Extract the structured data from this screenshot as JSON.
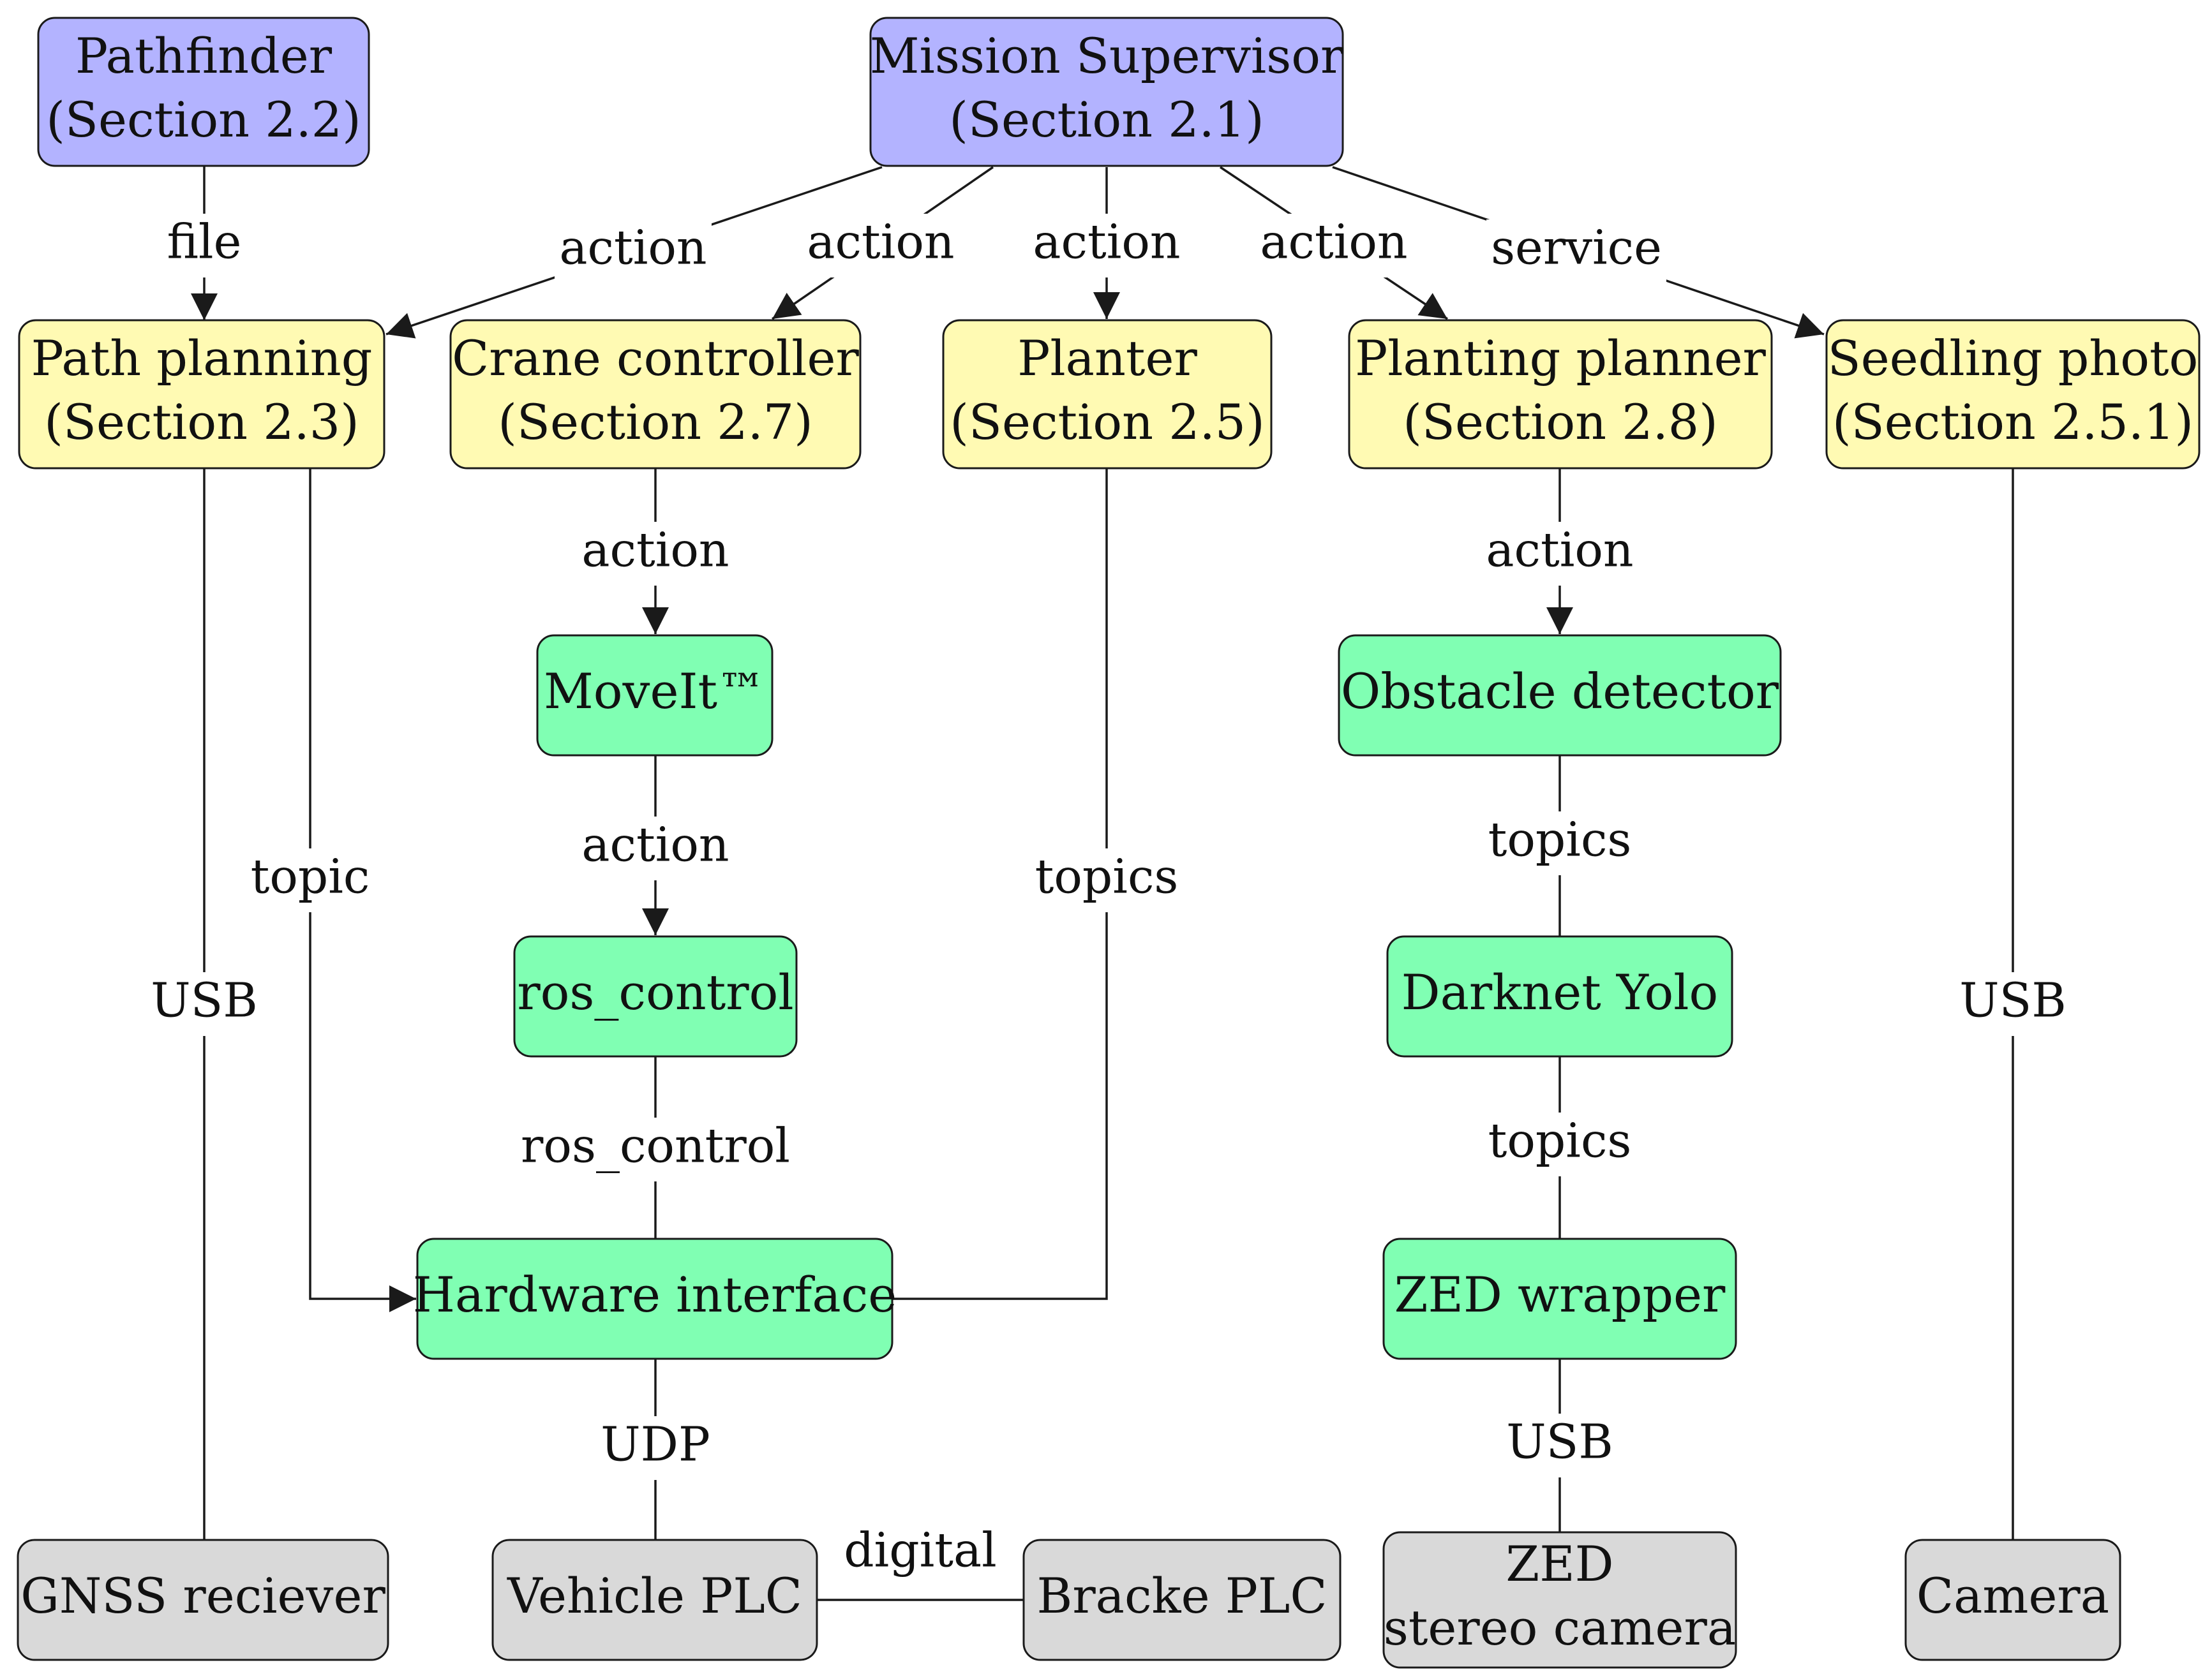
{
  "colors": {
    "supervisor": "#b3b3ff",
    "ros_node": "#fffab3",
    "component": "#80ffb3",
    "hardware": "#d9d9d9",
    "line": "#1a1a1a"
  },
  "nodes": {
    "pathfinder": {
      "lines": [
        "Pathfinder",
        "(Section 2.2)"
      ],
      "category": "supervisor"
    },
    "mission_supervisor": {
      "lines": [
        "Mission Supervisor",
        "(Section 2.1)"
      ],
      "category": "supervisor"
    },
    "path_planning": {
      "lines": [
        "Path planning",
        "(Section 2.3)"
      ],
      "category": "ros_node"
    },
    "crane_controller": {
      "lines": [
        "Crane controller",
        "(Section 2.7)"
      ],
      "category": "ros_node"
    },
    "planter": {
      "lines": [
        "Planter",
        "(Section 2.5)"
      ],
      "category": "ros_node"
    },
    "planting_planner": {
      "lines": [
        "Planting planner",
        "(Section 2.8)"
      ],
      "category": "ros_node"
    },
    "seedling_photo": {
      "lines": [
        "Seedling photo",
        "(Section 2.5.1)"
      ],
      "category": "ros_node"
    },
    "moveit": {
      "lines": [
        "MoveIt™"
      ],
      "category": "component"
    },
    "obstacle_detector": {
      "lines": [
        "Obstacle detector"
      ],
      "category": "component"
    },
    "ros_control": {
      "lines": [
        "ros_control"
      ],
      "category": "component"
    },
    "darknet_yolo": {
      "lines": [
        "Darknet Yolo"
      ],
      "category": "component"
    },
    "hardware_interface": {
      "lines": [
        "Hardware interface"
      ],
      "category": "component"
    },
    "zed_wrapper": {
      "lines": [
        "ZED wrapper"
      ],
      "category": "component"
    },
    "gnss_receiver": {
      "lines": [
        "GNSS reciever"
      ],
      "category": "hardware"
    },
    "vehicle_plc": {
      "lines": [
        "Vehicle PLC"
      ],
      "category": "hardware"
    },
    "bracke_plc": {
      "lines": [
        "Bracke PLC"
      ],
      "category": "hardware"
    },
    "zed_camera": {
      "lines": [
        "ZED",
        "stereo camera"
      ],
      "category": "hardware"
    },
    "camera": {
      "lines": [
        "Camera"
      ],
      "category": "hardware"
    }
  },
  "edges": [
    {
      "from": "pathfinder",
      "to": "path_planning",
      "label": "file",
      "arrow": true
    },
    {
      "from": "mission_supervisor",
      "to": "path_planning",
      "label": "action",
      "arrow": true
    },
    {
      "from": "mission_supervisor",
      "to": "crane_controller",
      "label": "action",
      "arrow": true
    },
    {
      "from": "mission_supervisor",
      "to": "planter",
      "label": "action",
      "arrow": true
    },
    {
      "from": "mission_supervisor",
      "to": "planting_planner",
      "label": "action",
      "arrow": true
    },
    {
      "from": "mission_supervisor",
      "to": "seedling_photo",
      "label": "service",
      "arrow": true
    },
    {
      "from": "crane_controller",
      "to": "moveit",
      "label": "action",
      "arrow": true
    },
    {
      "from": "moveit",
      "to": "ros_control",
      "label": "action",
      "arrow": true
    },
    {
      "from": "ros_control",
      "to": "hardware_interface",
      "label": "ros_control",
      "arrow": false
    },
    {
      "from": "path_planning",
      "to": "hardware_interface",
      "label": "topic",
      "arrow": true
    },
    {
      "from": "planter",
      "to": "hardware_interface",
      "label": "topics",
      "arrow": false
    },
    {
      "from": "path_planning",
      "to": "gnss_receiver",
      "label": "USB",
      "arrow": false
    },
    {
      "from": "hardware_interface",
      "to": "vehicle_plc",
      "label": "UDP",
      "arrow": false
    },
    {
      "from": "vehicle_plc",
      "to": "bracke_plc",
      "label": "digital",
      "arrow": false
    },
    {
      "from": "planting_planner",
      "to": "obstacle_detector",
      "label": "action",
      "arrow": true
    },
    {
      "from": "obstacle_detector",
      "to": "darknet_yolo",
      "label": "topics",
      "arrow": false
    },
    {
      "from": "darknet_yolo",
      "to": "zed_wrapper",
      "label": "topics",
      "arrow": false
    },
    {
      "from": "zed_wrapper",
      "to": "zed_camera",
      "label": "USB",
      "arrow": false
    },
    {
      "from": "seedling_photo",
      "to": "camera",
      "label": "USB",
      "arrow": false
    }
  ]
}
